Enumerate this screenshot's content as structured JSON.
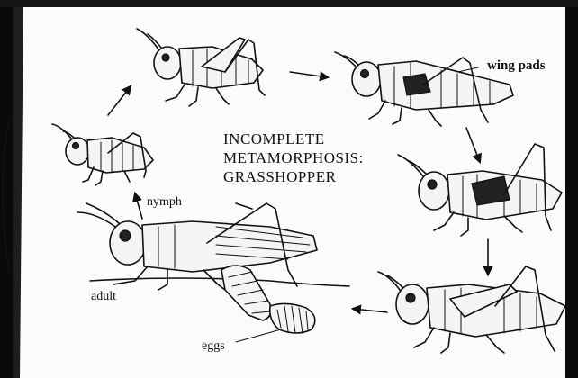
{
  "title": {
    "line1": "INCOMPLETE",
    "line2": "METAMORPHOSIS:",
    "line3": "GRASSHOPPER"
  },
  "labels": {
    "nymph": "nymph",
    "adult": "adult",
    "eggs": "eggs",
    "wing_pads": "wing pads"
  },
  "stages": [
    "nymph",
    "nymph",
    "nymph",
    "nymph",
    "nymph",
    "adult",
    "eggs"
  ],
  "colors": {
    "ink": "#111111",
    "paper": "#fbfbfb",
    "scan_edge": "#0a0a0a"
  }
}
